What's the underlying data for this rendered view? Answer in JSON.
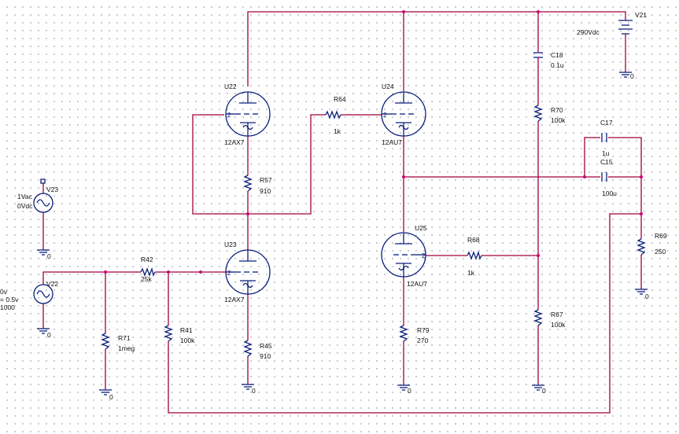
{
  "u22": {
    "ref": "U22",
    "val": "12AX7"
  },
  "u23": {
    "ref": "U23",
    "val": "12AX7"
  },
  "u24": {
    "ref": "U24",
    "val": "12AU7"
  },
  "u25": {
    "ref": "U25",
    "val": "12AU7"
  },
  "r64": {
    "ref": "R64",
    "val": "1k"
  },
  "r57": {
    "ref": "R57",
    "val": "910"
  },
  "r42": {
    "ref": "R42",
    "val": "25k"
  },
  "r71": {
    "ref": "R71",
    "val": "1meg"
  },
  "r41": {
    "ref": "R41",
    "val": "100k"
  },
  "r45": {
    "ref": "R45",
    "val": "910"
  },
  "r79": {
    "ref": "R79",
    "val": "270"
  },
  "r68": {
    "ref": "R68",
    "val": "1k"
  },
  "r70": {
    "ref": "R70",
    "val": "100k"
  },
  "r67": {
    "ref": "R67",
    "val": "100k"
  },
  "r69": {
    "ref": "R69",
    "val": "250"
  },
  "c18": {
    "ref": "C18",
    "val": "0.1u"
  },
  "c17": {
    "ref": "C17",
    "val": "1u"
  },
  "c15": {
    "ref": "C15",
    "val": "100u"
  },
  "v21": {
    "ref": "V21",
    "val": "290Vdc"
  },
  "v23": {
    "ref": "V23",
    "l1": "1Vac",
    "l2": "0Vdc"
  },
  "v22": {
    "ref": "V22",
    "l1": "0v",
    "l2": "= 0.5v",
    "l3": "1000"
  },
  "ground_label": "0",
  "tube_pin": "2"
}
